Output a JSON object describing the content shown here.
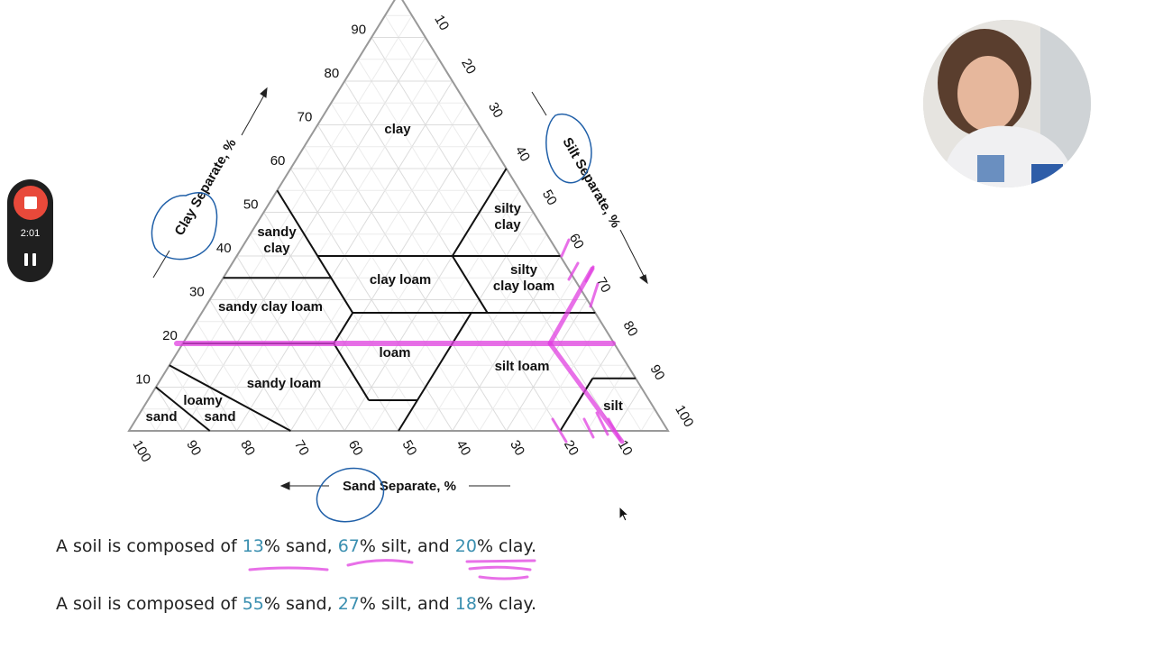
{
  "recorder": {
    "timer": "2:01",
    "stop_icon": "stop-icon",
    "pause_icon": "pause-icon",
    "stop_color": "#e8493a"
  },
  "diagram": {
    "axis_titles": {
      "clay": "Clay Separate, %",
      "silt": "Silt Separate, %",
      "sand": "Sand Separate, %"
    },
    "clay_ticks": [
      "10",
      "20",
      "30",
      "40",
      "50",
      "60",
      "70",
      "80",
      "90"
    ],
    "silt_ticks": [
      "10",
      "20",
      "30",
      "40",
      "50",
      "60",
      "70",
      "80",
      "90",
      "100"
    ],
    "sand_ticks": [
      "100",
      "90",
      "80",
      "70",
      "60",
      "50",
      "40",
      "30",
      "20",
      "10"
    ],
    "regions": {
      "clay": "clay",
      "silty_clay": [
        "silty",
        "clay"
      ],
      "sandy_clay": [
        "sandy",
        "clay"
      ],
      "clay_loam": "clay loam",
      "silty_clay_loam": [
        "silty",
        "clay loam"
      ],
      "sandy_clay_loam": "sandy clay loam",
      "loam": "loam",
      "silt_loam": "silt loam",
      "sandy_loam": "sandy loam",
      "loamy_sand": [
        "loamy",
        "sand"
      ],
      "sand": "sand",
      "silt": "silt"
    },
    "annotation_color": "#e040e0",
    "circle_color": "#1f5fa8"
  },
  "sentences": [
    {
      "prefix": "A soil is composed of ",
      "sand": "13",
      "t1": "% sand, ",
      "silt": "67",
      "t2": "% silt, and ",
      "clay": "20",
      "t3": "% clay."
    },
    {
      "prefix": "A soil is composed of ",
      "sand": "55",
      "t1": "% sand, ",
      "silt": "27",
      "t2": "% silt, and ",
      "clay": "18",
      "t3": "% clay."
    }
  ],
  "number_color": "#3a8fb0"
}
